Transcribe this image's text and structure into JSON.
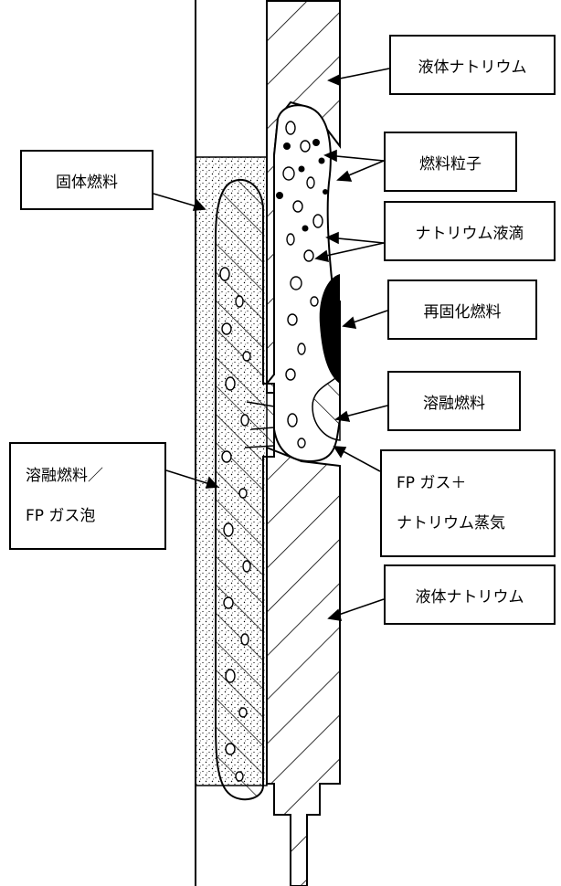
{
  "labels": {
    "liquid_sodium_top": "液体ナトリウム",
    "fuel_particles": "燃料粒子",
    "solid_fuel": "固体燃料",
    "sodium_droplets": "ナトリウム液滴",
    "resolidified_fuel": "再固化燃料",
    "molten_fuel": "溶融燃料",
    "molten_fuel_fp_gas_line1": "溶融燃料／",
    "molten_fuel_fp_gas_line2": "FP ガス泡",
    "fp_gas_sodium_vapor_line1": "FP ガス＋",
    "fp_gas_sodium_vapor_line2": "ナトリウム蒸気",
    "liquid_sodium_bottom": "液体ナトリウム"
  }
}
